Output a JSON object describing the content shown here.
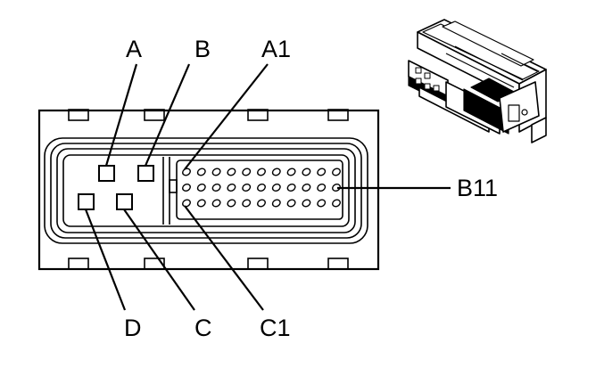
{
  "diagram": {
    "labels": {
      "A": "A",
      "B": "B",
      "A1": "A1",
      "B11": "B11",
      "D": "D",
      "C": "C",
      "C1": "C1"
    },
    "pin_rows": 3,
    "pins_per_row": 11,
    "large_terminals": [
      "A",
      "B",
      "C",
      "D"
    ],
    "colors": {
      "line": "#000000",
      "background": "#ffffff"
    }
  }
}
